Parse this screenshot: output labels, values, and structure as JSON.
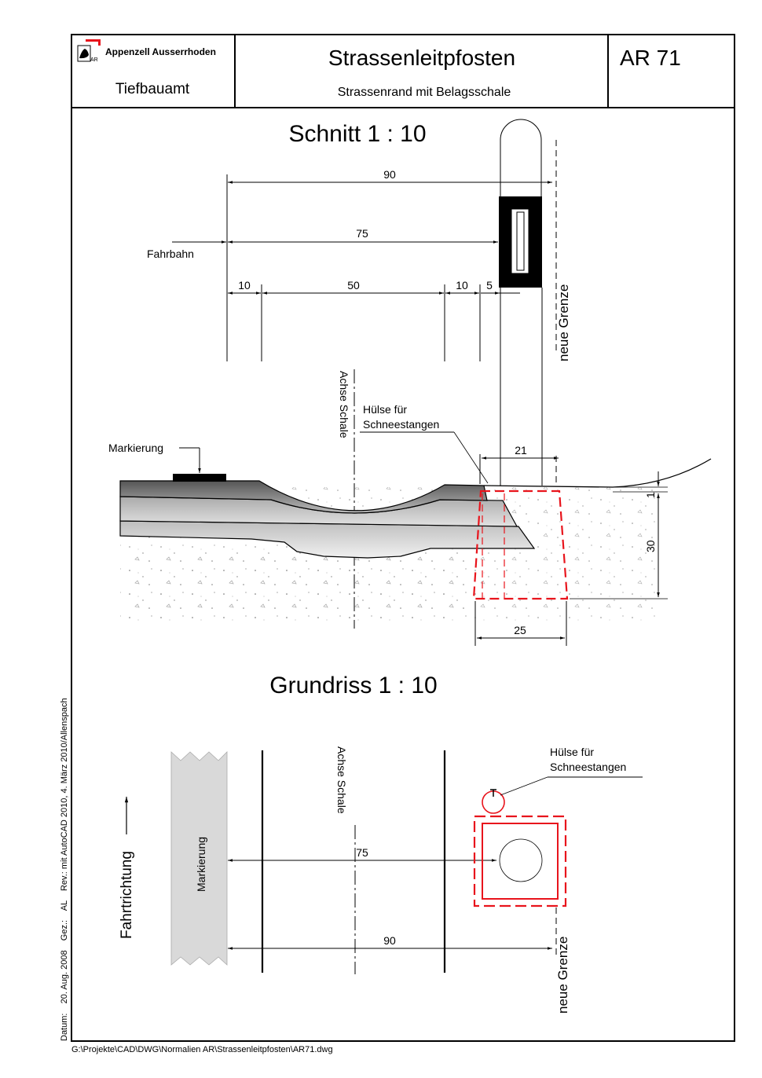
{
  "header": {
    "org_name": "Appenzell Ausserrhoden",
    "department": "Tiefbauamt",
    "title": "Strassenleitpfosten",
    "subtitle": "Strassenrand mit Belagsschale",
    "code": "AR 71",
    "logo_icon": "canton-bear-logo"
  },
  "section": {
    "title": "Schnitt 1 : 10",
    "dims": {
      "d90": "90",
      "d75": "75",
      "d10a": "10",
      "d50": "50",
      "d10b": "10",
      "d5": "5",
      "d21": "21",
      "d1": "1",
      "d30": "30",
      "d25": "25"
    },
    "labels": {
      "fahrbahn": "Fahrbahn",
      "neue_grenze": "neue Grenze",
      "achse_schale": "Achse Schale",
      "huelse_line1": "Hülse für",
      "huelse_line2": "Schneestangen",
      "markierung": "Markierung"
    }
  },
  "plan": {
    "title": "Grundriss 1 : 10",
    "dims": {
      "d75": "75",
      "d90": "90"
    },
    "labels": {
      "achse_schale": "Achse Schale",
      "huelse_line1": "Hülse für",
      "huelse_line2": "Schneestangen",
      "markierung": "Markierung",
      "fahrtrichtung": "Fahrtrichtung",
      "neue_grenze": "neue Grenze"
    }
  },
  "side_info": "Datum:    20. Aug. 2008    Gez.:    AL    Rev.: mit AutoCAD 2010, 4. März 2010/Allenspach",
  "file_path": "G:\\Projekte\\CAD\\DWG\\Normalien AR\\Strassenleitpfosten\\AR71.dwg",
  "colors": {
    "line": "#000000",
    "red": "#e8141c",
    "gray_fill": "#d9d9d9"
  }
}
